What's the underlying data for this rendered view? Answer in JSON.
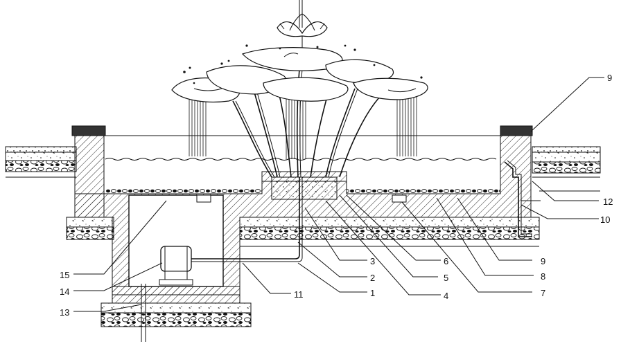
{
  "labels": {
    "l1": "1",
    "l2": "2",
    "l3": "3",
    "l4": "4",
    "l5": "5",
    "l6": "6",
    "l7": "7",
    "l8": "8",
    "l9a": "9",
    "l9b": "9",
    "l10": "10",
    "l11": "11",
    "l12": "12",
    "l13": "13",
    "l14": "14",
    "l15": "15"
  },
  "colors": {
    "ink": "#111111",
    "paper": "#ffffff"
  }
}
